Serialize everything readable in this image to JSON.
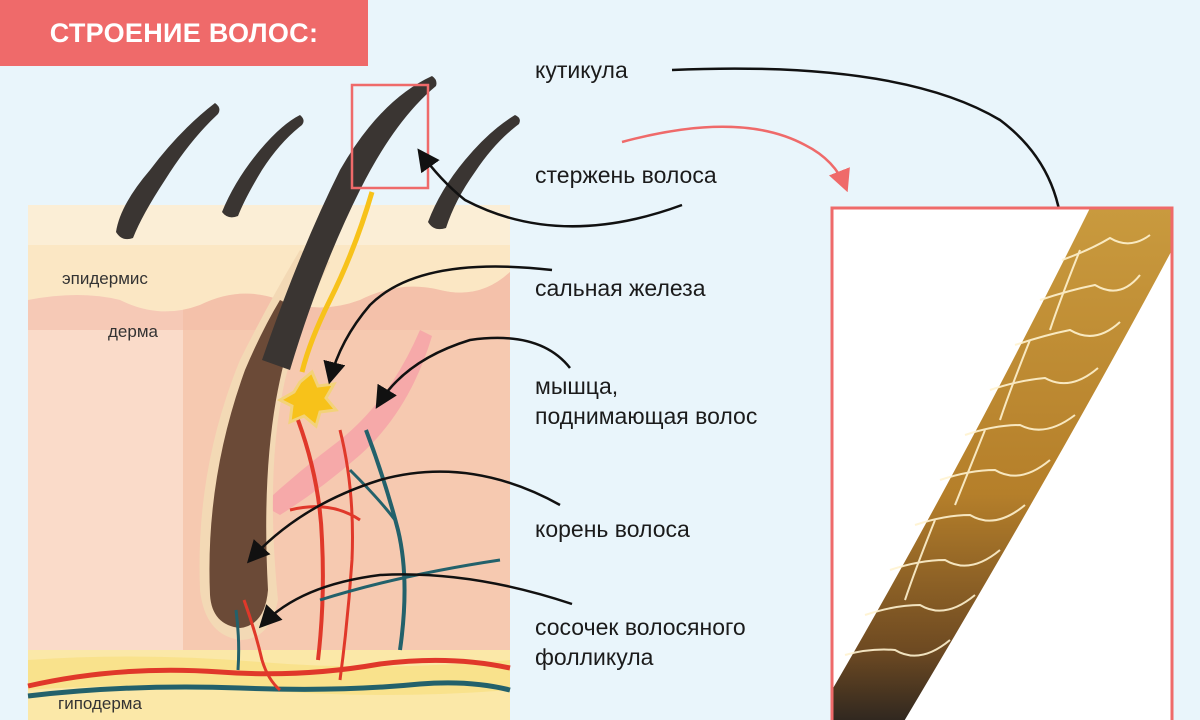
{
  "header": {
    "title": "СТРОЕНИЕ ВОЛОС:"
  },
  "layers": {
    "epidermis": "эпидермис",
    "dermis": "дерма",
    "hypodermis": "гиподерма"
  },
  "callouts": {
    "cuticle": "кутикула",
    "shaft": "стержень волоса",
    "sebaceous_gland": "сальная железа",
    "muscle_line1": "мышца,",
    "muscle_line2": "поднимающая волос",
    "root": "корень волоса",
    "papilla_line1": "сосочек волосяного",
    "papilla_line2": "фолликула"
  },
  "colors": {
    "accent": "#ef6a6a",
    "background": "#e9f5fb",
    "hair": "#3a3532",
    "skin": "#f6c9b0",
    "epidermis": "#fbe7c4",
    "vein": "#23616b",
    "artery": "#e0382a",
    "gland": "#f7c21a",
    "arrow": "#111111"
  }
}
